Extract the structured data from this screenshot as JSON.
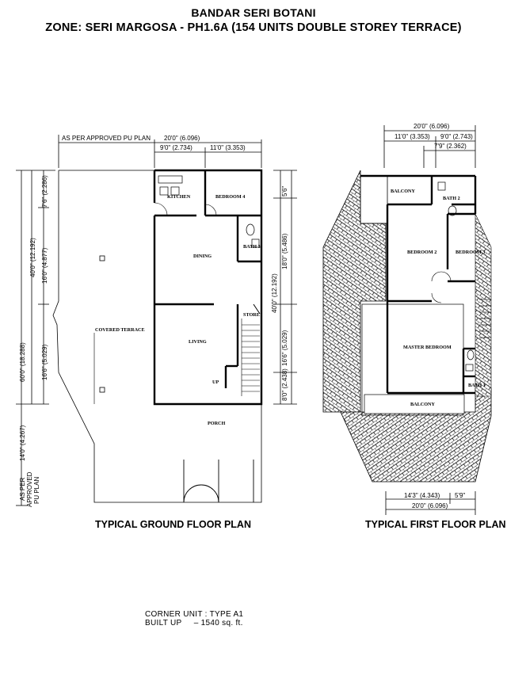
{
  "header": {
    "title": "BANDAR SERI BOTANI",
    "subtitle": "ZONE: SERI MARGOSA - PH1.6A (154 UNITS DOUBLE STOREY TERRACE)"
  },
  "ground_floor": {
    "plan_title": "TYPICAL GROUND FLOOR PLAN",
    "top_note": "AS PER APPROVED PU PLAN",
    "left_note_1": "AS PER",
    "left_note_2": "APPROVED",
    "left_note_3": "PU PLAN",
    "dims": {
      "overall_width": "20'0\" (6.096)",
      "width_a": "9'0\" (2.734)",
      "width_b": "11'0\" (3.353)",
      "overall_depth": "60'0\" (18.288)",
      "depth_house": "40'0\" (12.192)",
      "depth_porch": "14'0\" (4.267)",
      "left_d1": "7'6\" (2.286)",
      "left_d2": "16'0\" (4.877)",
      "left_d3": "16'6\" (5.029)",
      "right_d1": "5'6\"",
      "right_d2": "18'0\" (5.486)",
      "right_overall": "40'0\" (12.192)",
      "right_d3": "16'6\" (5.029)",
      "right_d4": "8'0\" (2.438)"
    },
    "rooms": {
      "kitchen": "KITCHEN",
      "bedroom4": "BEDROOM 4",
      "dining": "DINING",
      "bath3": "BATH 3",
      "store": "STORE",
      "living": "LIVING",
      "covered_terrace": "COVERED TERRACE",
      "porch": "PORCH",
      "up": "UP"
    }
  },
  "first_floor": {
    "plan_title": "TYPICAL FIRST FLOOR PLAN",
    "dims": {
      "overall_width": "20'0\" (6.096)",
      "width_a": "11'0\" (3.353)",
      "width_b": "9'0\" (2.743)",
      "width_c": "7'9\" (2.362)",
      "bottom_a": "14'3\" (4.343)",
      "bottom_b": "5'9\"",
      "bottom_overall": "20'0\" (6.096)"
    },
    "rooms": {
      "balcony_top": "BALCONY",
      "bath2": "BATH 2",
      "bedroom2": "BEDROOM 2",
      "bedroom3": "BEDROOM 3",
      "master": "MASTER BEDROOM",
      "bath1": "BATH 1",
      "balcony_bottom": "BALCONY"
    }
  },
  "unit_info": {
    "line1": "CORNER UNIT : TYPE A1",
    "line2": "BUILT UP     – 1540 sq. ft."
  }
}
